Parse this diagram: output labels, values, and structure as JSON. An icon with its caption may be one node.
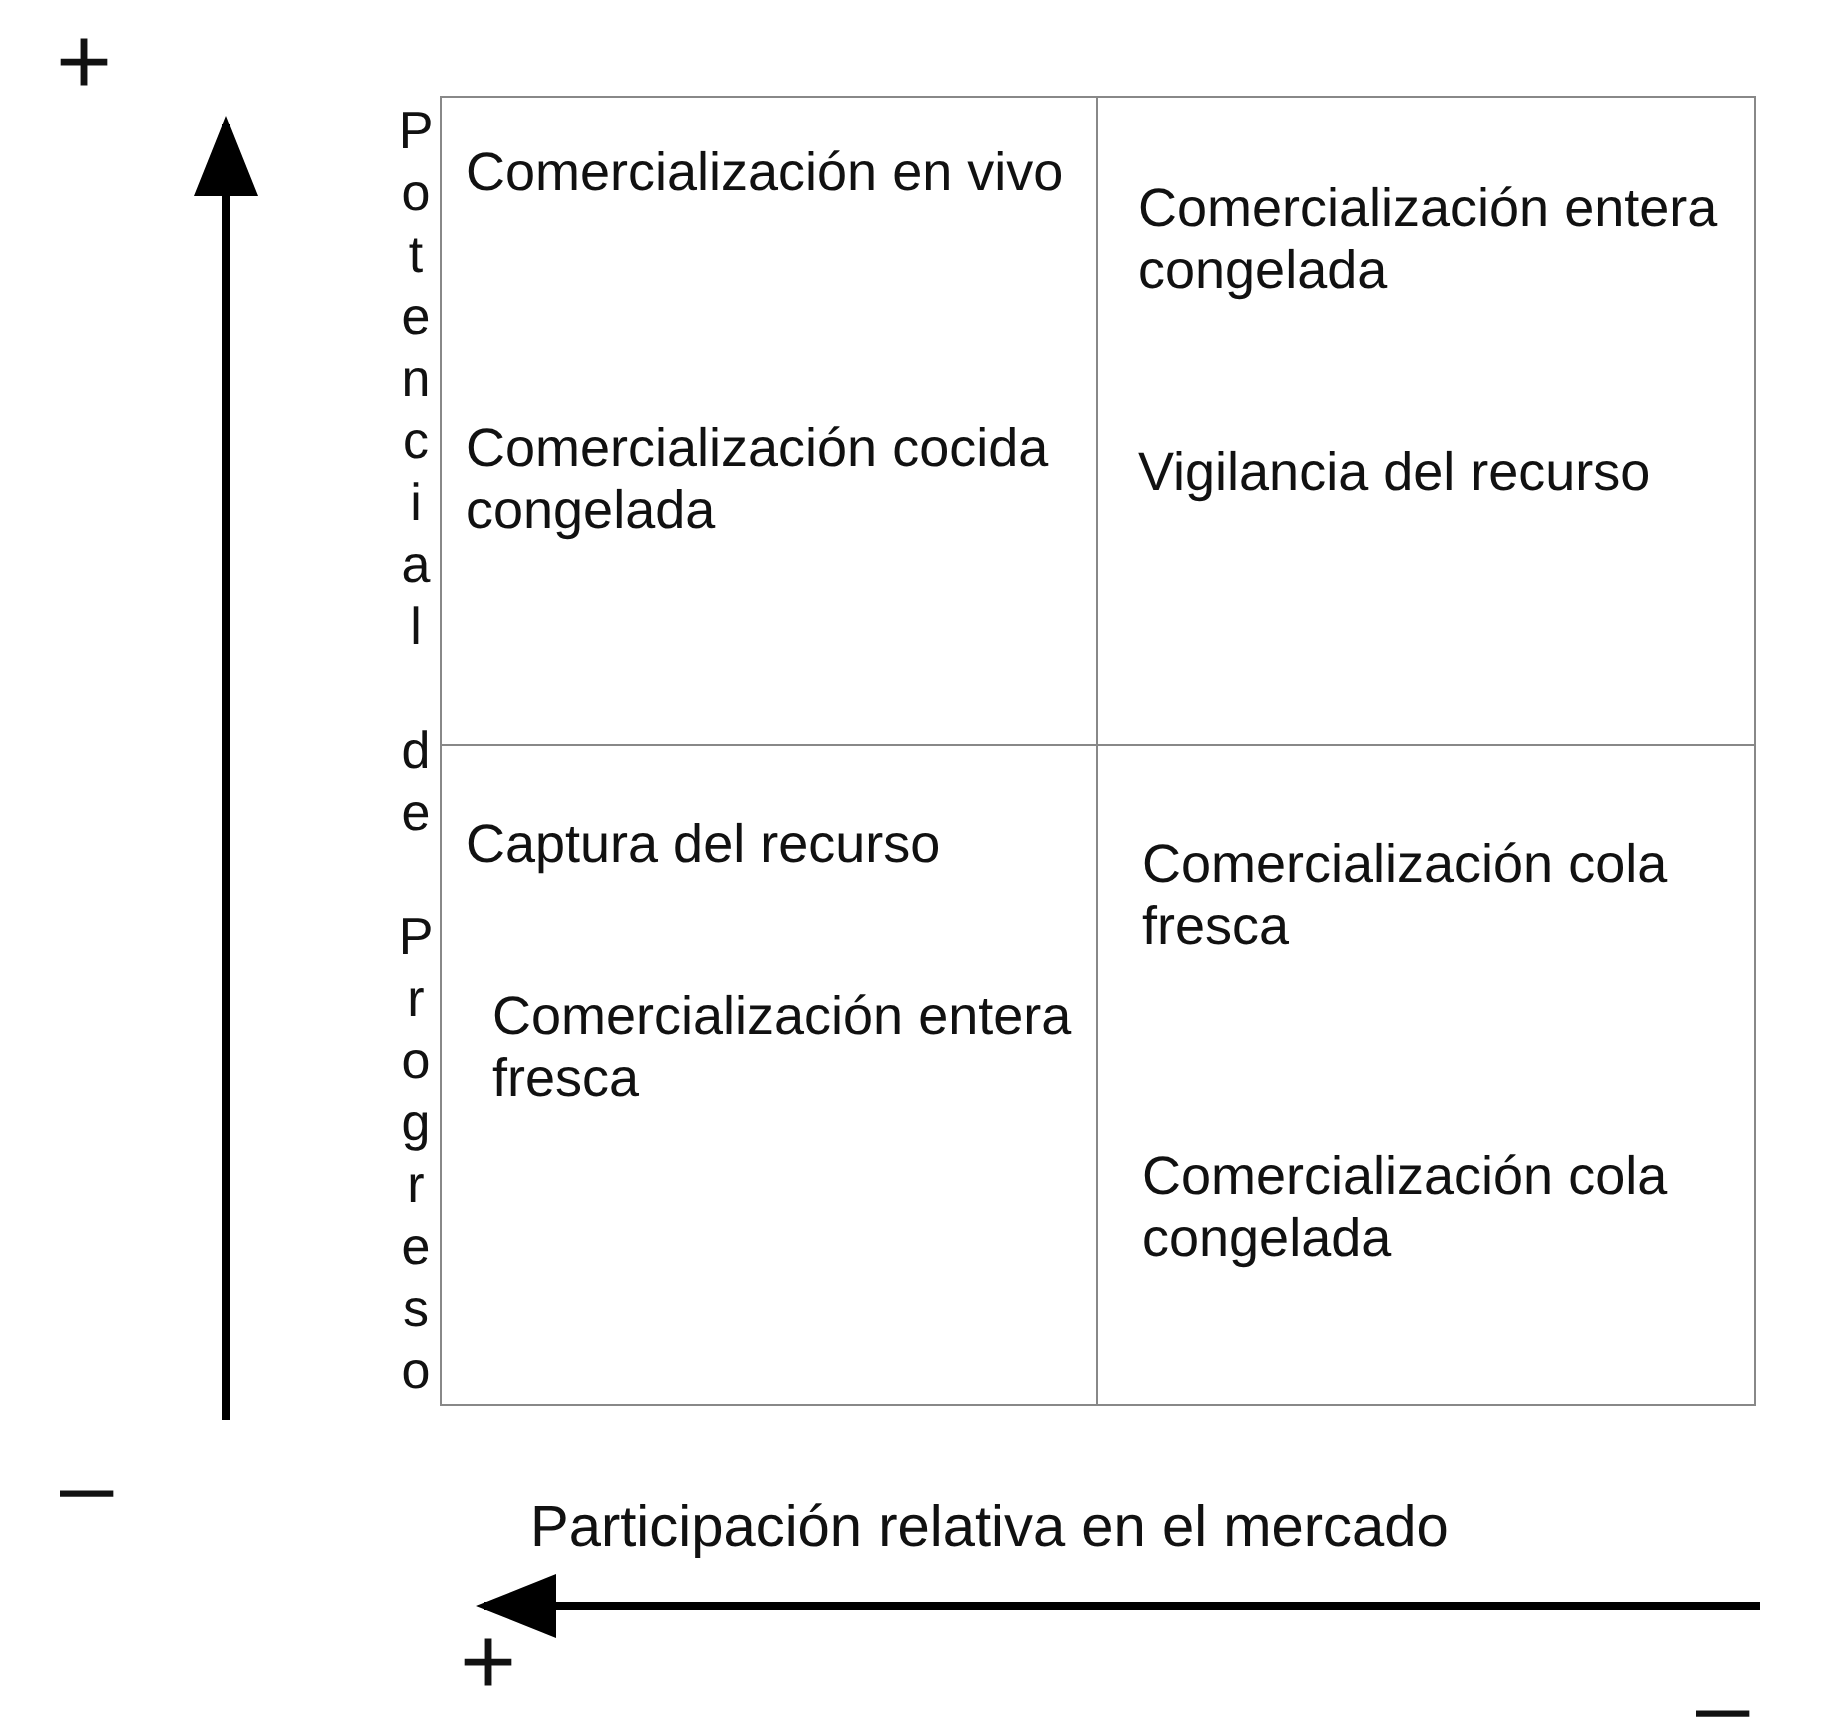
{
  "diagram": {
    "nodes": [
      {
        "text": [
          "Comercialización en vivo",
          "Comercialización cocida congelada"
        ]
      },
      {
        "text": [
          "Comercialización entera congelada",
          "Vigilancia del recurso"
        ]
      },
      {
        "text": [
          "Captura del recurso",
          "Comercialización entera fresca"
        ]
      },
      {
        "text": [
          "Comercialización cola fresca",
          "Comercialización cola congelada"
        ]
      }
    ],
    "edges": [],
    "labels": [
      "+",
      "Potencial de Progreso",
      "–",
      "Participación relativa en el mercado",
      "+",
      "–"
    ]
  }
}
